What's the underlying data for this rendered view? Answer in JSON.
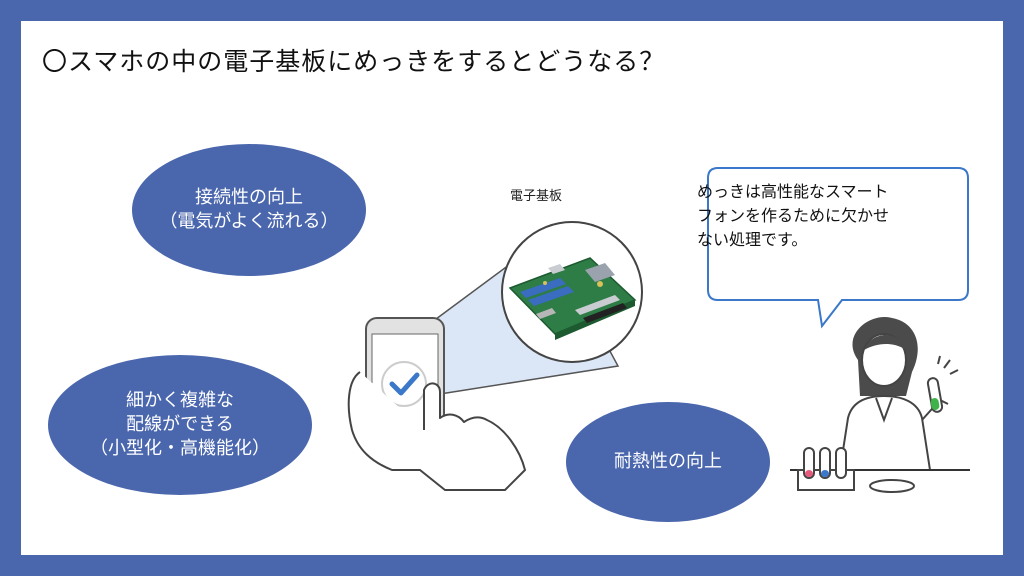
{
  "title": "〇スマホの中の電子基板にめっきをするとどうなる？",
  "benefits": {
    "connectivity": "接続性の向上\n（電気がよく流れる）",
    "wiring": "細かく複雑な\n配線ができる\n（小型化・高機能化）",
    "heat": "耐熱性の向上"
  },
  "board_label": "電子基板",
  "speech": "めっきは高性能なスマート\nフォンを作るために欠かせ\nない処理です。",
  "colors": {
    "frame": "#4a66ad",
    "ellipse": "#4a66ad",
    "check": "#3b78c9",
    "board": "#2e7d46"
  }
}
